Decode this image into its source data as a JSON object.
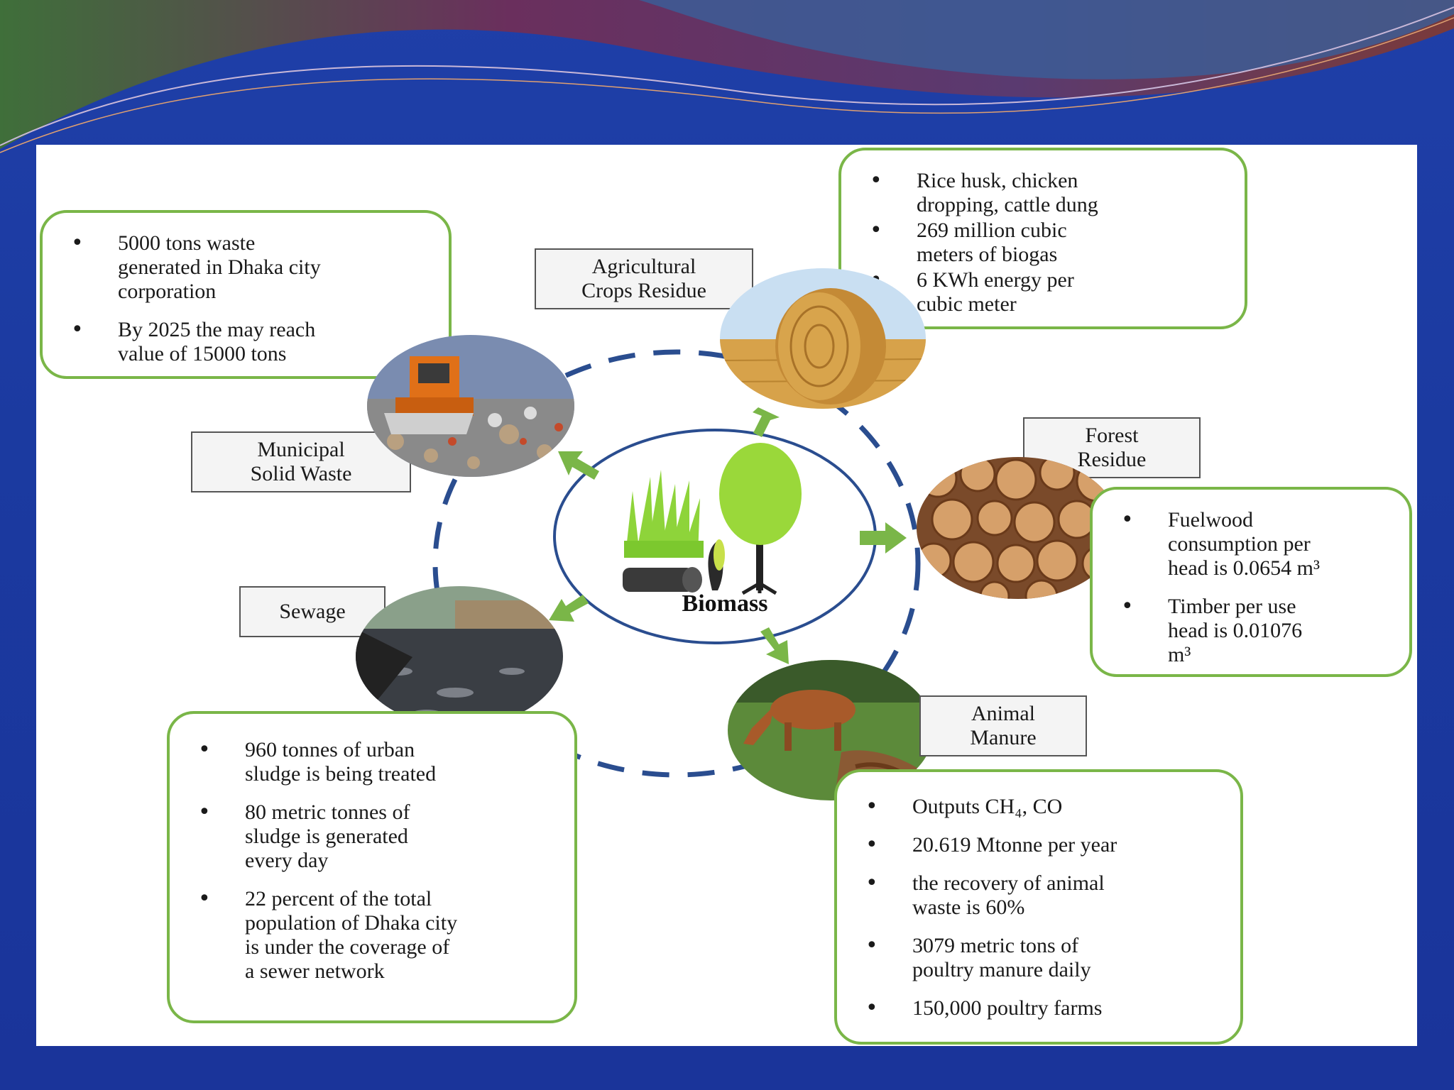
{
  "diagram": {
    "center_label": "Biomass",
    "sources": [
      {
        "label": "Municipal\nSolid Waste",
        "bullets": [
          "5000 tons waste\ngenerated in Dhaka city\ncorporation",
          "By 2025 the may reach\nvalue of 15000 tons"
        ]
      },
      {
        "label": "Agricultural\nCrops Residue",
        "bullets": [
          "Rice husk, chicken\ndropping, cattle dung",
          "269 million cubic\nmeters of biogas",
          "6 KWh energy per\ncubic meter"
        ]
      },
      {
        "label": "Forest\nResidue",
        "bullets": [
          "Fuelwood\nconsumption per\nhead is 0.0654 m³",
          "Timber per use\nhead is 0.01076\nm³"
        ]
      },
      {
        "label": "Animal\nManure",
        "bullets": [
          "Outputs CH₄, CO",
          "20.619 Mtonne per year",
          "the recovery of animal\nwaste is 60%",
          "3079 metric tons of\npoultry manure daily",
          "150,000 poultry farms"
        ]
      },
      {
        "label": "Sewage",
        "bullets": [
          "960 tonnes of urban\nsludge is being treated",
          "80 metric tonnes of\nsludge is generated\nevery day",
          "22 percent of the total\npopulation of Dhaka city\nis under the coverage of\na sewer network"
        ]
      }
    ]
  },
  "colors": {
    "accent_green": "#7ab648",
    "ring_blue": "#2a4d8f",
    "slide_bg": "#1f3fa8"
  },
  "icons": [
    "landfill-bulldozer-icon",
    "hay-bale-icon",
    "log-pile-icon",
    "horse-grazing-icon",
    "sewage-canal-icon",
    "grass-tree-log-icon"
  ]
}
